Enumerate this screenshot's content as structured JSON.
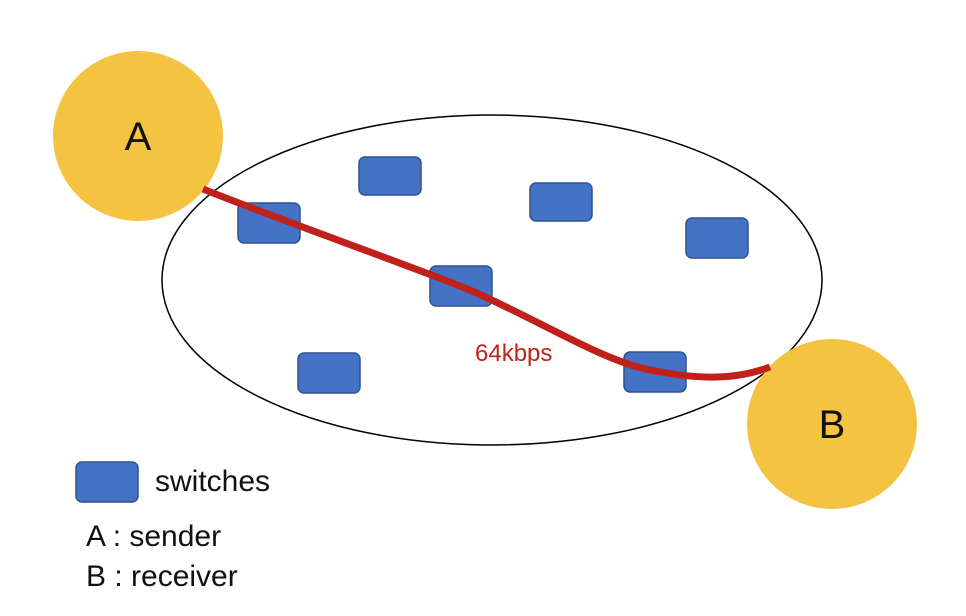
{
  "nodes": {
    "sender_letter": "A",
    "receiver_letter": "B"
  },
  "path": {
    "rate_label": "64kbps"
  },
  "legend": {
    "switch_label": "switches",
    "sender_line": "A : sender",
    "receiver_line": "B : receiver"
  },
  "colors": {
    "node_fill": "#F5C342",
    "switch_fill": "#4472C4",
    "switch_stroke": "#2F528F",
    "path": "#C0221B",
    "network_outline": "#000000"
  }
}
